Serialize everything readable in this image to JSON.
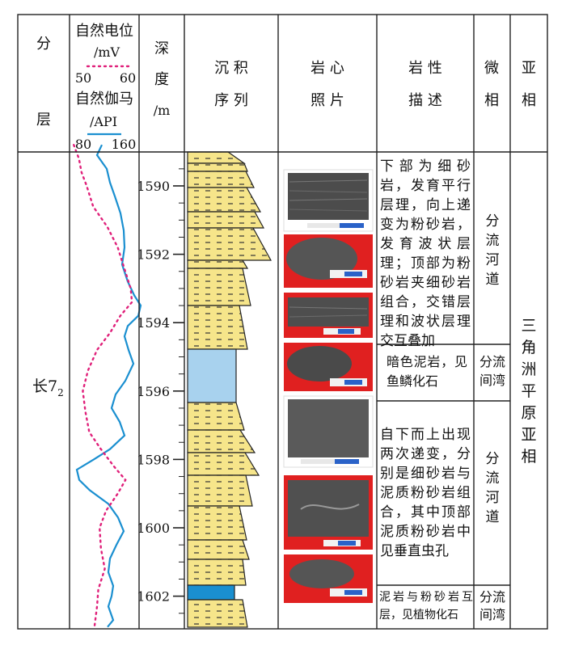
{
  "header": {
    "layer": [
      "分",
      "层"
    ],
    "log": {
      "sp_name": "自然电位",
      "sp_unit": "/mV",
      "sp_min": "50",
      "sp_max": "60",
      "gr_name": "自然伽马",
      "gr_unit": "/API",
      "gr_min": "80",
      "gr_max": "160"
    },
    "depth": [
      "深",
      "度",
      "/m"
    ],
    "sequence": [
      "沉 积",
      "序 列"
    ],
    "core": [
      "岩 心",
      "照 片"
    ],
    "lithology": [
      "岩 性",
      "描 述"
    ],
    "micro_facies": [
      "微",
      "相"
    ],
    "sub_facies": [
      "亚",
      "相"
    ]
  },
  "layer": {
    "name": "长7",
    "sub": "2"
  },
  "depth_ticks": [
    "1590",
    "1592",
    "1594",
    "1596",
    "1598",
    "1600",
    "1602"
  ],
  "descriptions": [
    "下部为细砂岩，发育平行层理，向上递变为粉砂岩，发育波状层理；顶部为粉砂岩夹细砂岩组合，交错层理和波状层理交互叠加",
    "暗色泥岩，见鱼鳞化石",
    "自下而上出现两次递变，分别是细砂岩与泥质粉砂岩组合，其中顶部泥质粉砂岩中见垂直虫孔",
    "泥岩与粉砂岩互层，见植物化石"
  ],
  "micro_facies": [
    "分流河道",
    "分流间湾",
    "分流河道",
    "分流间湾"
  ],
  "sub_facies": "三角洲平原亚相",
  "chart_data": {
    "type": "line",
    "ylabel": "深度/m",
    "ylim": [
      1588.6,
      1603.0
    ],
    "series": [
      {
        "name": "自然伽马",
        "unit": "API",
        "xlim": [
          80,
          160
        ],
        "color": "#1a8fd0",
        "points": [
          [
            1588.8,
            118
          ],
          [
            1589.1,
            112
          ],
          [
            1589.5,
            124
          ],
          [
            1589.9,
            128
          ],
          [
            1590.3,
            134
          ],
          [
            1590.8,
            141
          ],
          [
            1591.3,
            145
          ],
          [
            1591.8,
            146
          ],
          [
            1592.3,
            143
          ],
          [
            1592.8,
            150
          ],
          [
            1593.2,
            158
          ],
          [
            1593.5,
            166
          ],
          [
            1593.8,
            163
          ],
          [
            1594.1,
            150
          ],
          [
            1594.4,
            146
          ],
          [
            1594.8,
            151
          ],
          [
            1595.2,
            157
          ],
          [
            1595.7,
            147
          ],
          [
            1596.1,
            135
          ],
          [
            1596.5,
            130
          ],
          [
            1596.9,
            140
          ],
          [
            1597.3,
            146
          ],
          [
            1597.7,
            128
          ],
          [
            1598.0,
            108
          ],
          [
            1598.3,
            87
          ],
          [
            1598.6,
            90
          ],
          [
            1598.9,
            103
          ],
          [
            1599.3,
            126
          ],
          [
            1599.7,
            138
          ],
          [
            1600.1,
            145
          ],
          [
            1600.5,
            136
          ],
          [
            1600.9,
            128
          ],
          [
            1601.3,
            126
          ],
          [
            1601.7,
            132
          ],
          [
            1602.0,
            130
          ],
          [
            1602.3,
            126
          ],
          [
            1602.7,
            132
          ],
          [
            1602.9,
            125
          ]
        ]
      },
      {
        "name": "自然电位",
        "unit": "mV",
        "xlim": [
          50,
          60
        ],
        "color": "#e0207a",
        "points": [
          [
            1588.8,
            50.4
          ],
          [
            1589.2,
            51.2
          ],
          [
            1589.6,
            51.6
          ],
          [
            1590.0,
            52.4
          ],
          [
            1590.6,
            53.4
          ],
          [
            1591.2,
            55.6
          ],
          [
            1591.8,
            57.2
          ],
          [
            1592.4,
            58.2
          ],
          [
            1593.0,
            59.2
          ],
          [
            1593.4,
            59.4
          ],
          [
            1593.8,
            57.6
          ],
          [
            1594.3,
            56.0
          ],
          [
            1594.8,
            54.0
          ],
          [
            1595.4,
            52.6
          ],
          [
            1596.0,
            51.8
          ],
          [
            1596.6,
            52.2
          ],
          [
            1597.2,
            52.8
          ],
          [
            1597.7,
            54.6
          ],
          [
            1598.2,
            56.6
          ],
          [
            1598.6,
            58.4
          ],
          [
            1599.0,
            57.2
          ],
          [
            1599.5,
            55.4
          ],
          [
            1600.0,
            54.4
          ],
          [
            1600.6,
            54.6
          ],
          [
            1601.2,
            55.2
          ],
          [
            1601.8,
            54.2
          ],
          [
            1602.3,
            54.0
          ],
          [
            1602.9,
            53.6
          ]
        ]
      }
    ]
  }
}
